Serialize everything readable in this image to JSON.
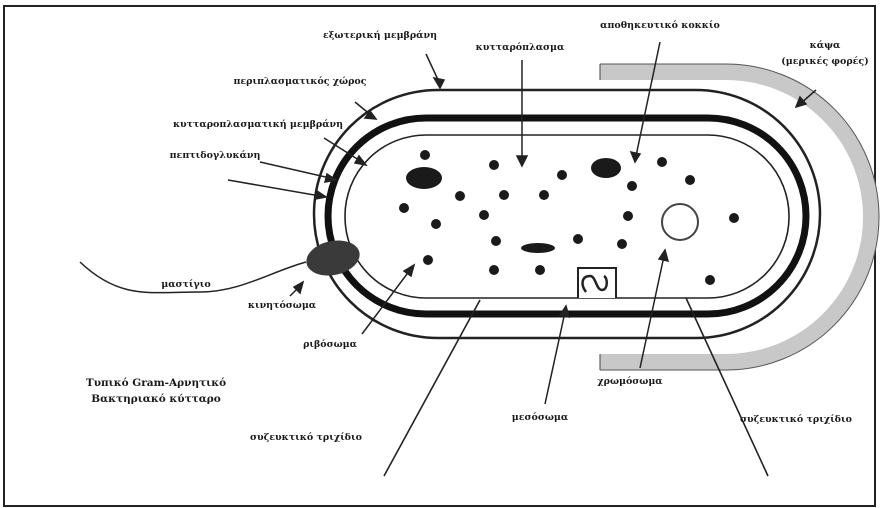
{
  "labels": {
    "outer_membrane": "εξωτερική μεμβράνη",
    "periplasmic_space": "περιπλασματικός χώρος",
    "plasma_membrane": "κυτταροπλασματική μεμβράνη",
    "peptidoglycan": "πεπτιδογλυκάνη",
    "flagellum": "μαστίγιο",
    "kinetosome": "κινητόσωμα",
    "ribosome": "ριβόσωμα",
    "cytoplasm": "κυτταρόπλασμα",
    "storage_granule": "αποθηκευτικό κοκκίο",
    "capsule_line1": "κάψα",
    "capsule_line2": "(μερικές φορές)",
    "mesosome": "μεσόσωμα",
    "chromosome": "χρωμόσωμα",
    "pilus_left": "συζευκτικό τριχίδιο",
    "pilus_right": "συζευκτικό τριχίδιο"
  },
  "caption": {
    "line1": "Τυπικό Gram-Αρνητικό",
    "line2": "Βακτηριακό κύτταρο"
  },
  "colors": {
    "ink": "#1a1a1a",
    "capsule_gray": "#c8c8c8",
    "kinetosome": "#3a3a3a"
  }
}
